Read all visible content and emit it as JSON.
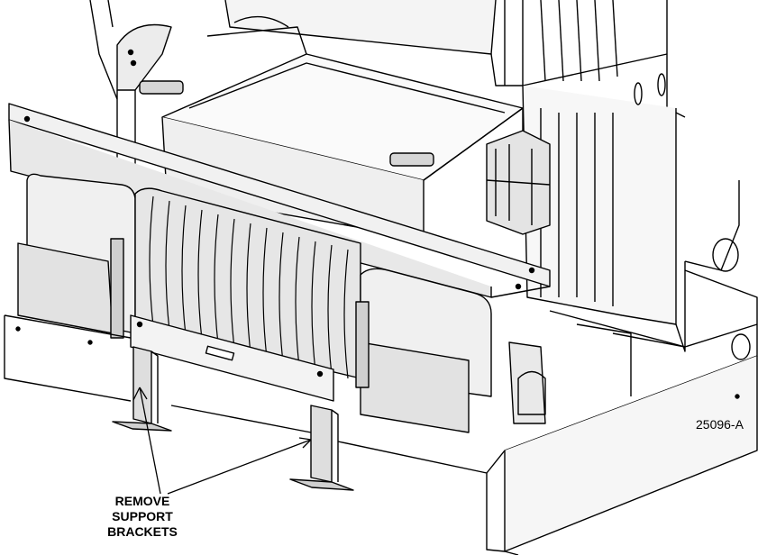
{
  "figure": {
    "id_label": "25096-A",
    "callout_lines": [
      "REMOVE",
      "SUPPORT",
      "BRACKETS"
    ]
  },
  "colors": {
    "line": "#000000",
    "light_fill": "#f2f2f2",
    "mid_fill": "#dcdcdc",
    "dark_fill": "#b8b8b8"
  }
}
